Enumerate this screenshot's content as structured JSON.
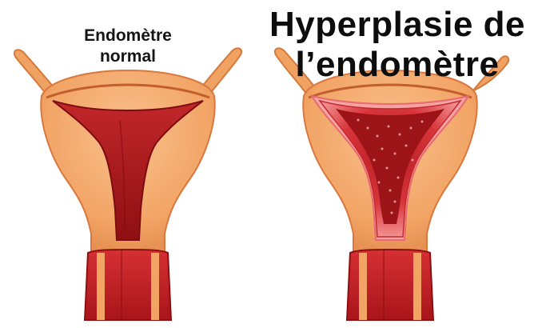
{
  "labels": {
    "normal_line1": "Endomètre",
    "normal_line2": "normal",
    "hyper_line1": "Hyperplasie de",
    "hyper_line2": "l’endomètre"
  },
  "colors": {
    "tissue_light": "#f6b27c",
    "tissue_mid": "#ee9a5c",
    "tissue_edge": "#d9783f",
    "endometrium_normal": "#b51d1d",
    "endometrium_dark": "#8e0f12",
    "endometrium_thick": "#e4454a",
    "endometrium_glow": "#f7a0a0",
    "cervix": "#c9262a"
  }
}
